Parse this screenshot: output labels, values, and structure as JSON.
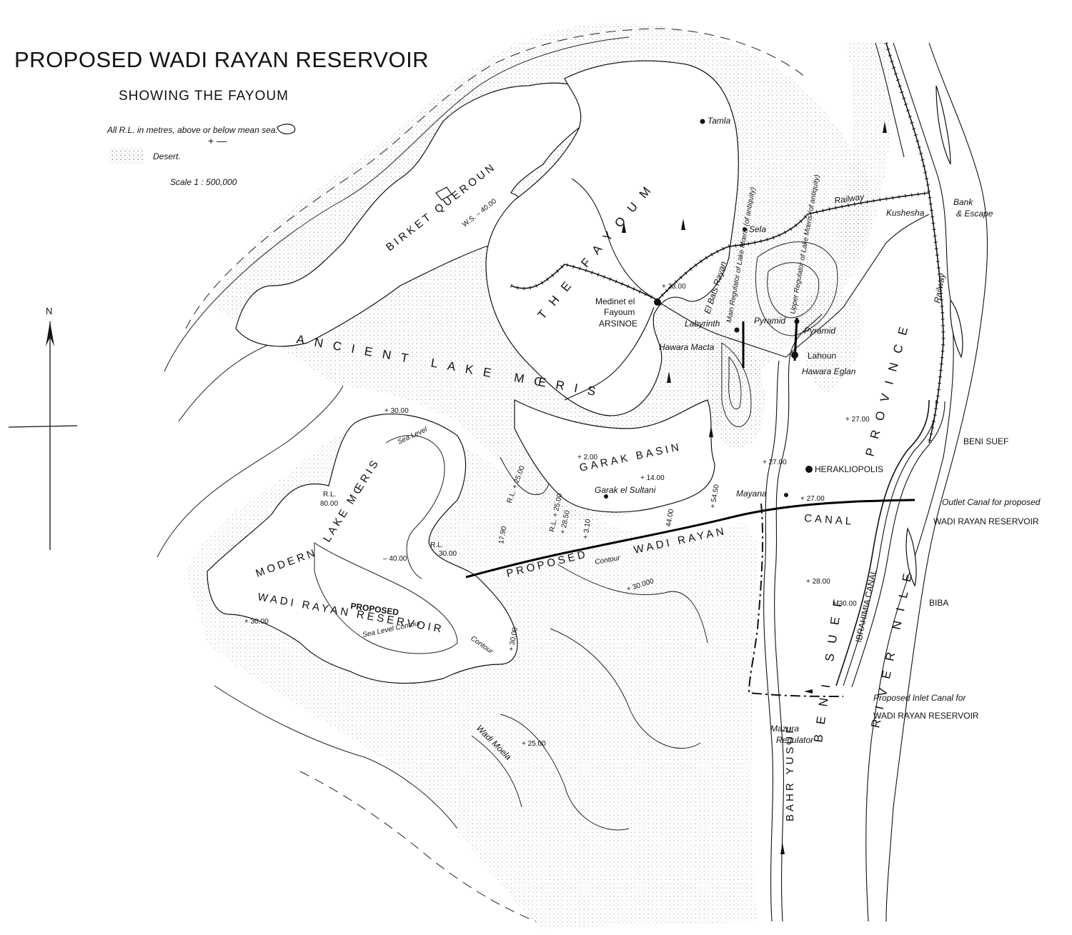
{
  "header": {
    "title": "PROPOSED WADI RAYAN RESERVOIR",
    "subtitle": "SHOWING THE FAYOUM",
    "note": "All R.L. in metres, above or below mean sea.",
    "note_signs": "+    —",
    "desert_label": "Desert.",
    "scale": "Scale  1 : 500,000"
  },
  "compass": {
    "north": "N"
  },
  "regions": {
    "birket_queroun": "BIRKET  QUEROUN",
    "birket_ws": "W.S. – 40.00",
    "the_fayoum": "THE  FAYOUM",
    "ancient_lake": "ANCIENT  LAKE  MŒRIS",
    "garak_basin": "GARAK BASIN",
    "modern": "MODERN",
    "lake_moeris": "LAKE MŒRIS",
    "wadi_rayan_reservoir": "WADI RAYAN RESERVOIR",
    "proposed_res": "PROPOSED",
    "proposed_canal_1": "PROPOSED",
    "proposed_canal_2": "WADI RAYAN",
    "proposed_canal_3": "CANAL",
    "province": "PROVINCE",
    "beni_suef_prov": "BENI  SUEF",
    "river_nile": "RIVER  NILE",
    "bahr_yusuf": "BAHR  YUSUF"
  },
  "places": {
    "tamla": "Tamla",
    "sela": "Sela",
    "medinet_1": "Medinet el",
    "medinet_2": "Fayoum",
    "arsinoe": "ARSINOE",
    "labyrinth": "Labyrinth",
    "pyramid_1": "Pyramid",
    "pyramid_2": "Pyramid",
    "lahoun": "Lahoun",
    "hawara_eglan": "Hawara Eglan",
    "hawara_macta": "Hawara Macta",
    "heraklioplis": "HERAKLIOPOLIS",
    "mayana": "Mayana",
    "garak_sultani": "Garak el Sultani",
    "kushesha": "Kushesha",
    "beni_suef": "BENI  SUEF",
    "biba": "BIBA",
    "mazura_1": "Mazura",
    "mazura_2": "Regulator",
    "el_bats": "El Bats Rayan",
    "wadi_moela": "Wadi Moela",
    "ibrahimia": "IBRAHIMIA  CANAL"
  },
  "features": {
    "railway_1": "Railway",
    "railway_2": "Railway",
    "bank_escape_1": "Bank",
    "bank_escape_2": "& Escape",
    "main_regulator": "Main Regulator of Lake Mœris (of antiquity)",
    "upper_regulator": "Upper Regulator of Lake Mœris (of antiquity)",
    "sea_level_1": "Sea Level",
    "sea_level_contour": "Sea Level Contour",
    "contour_1": "Contour",
    "contour_2": "Contour",
    "outlet_1": "Outlet Canal for proposed",
    "outlet_2": "WADI RAYAN RESERVOIR",
    "inlet_1": "Proposed Inlet Canal for",
    "inlet_2": "WADI RAYAN RESERVOIR"
  },
  "levels": {
    "l_23": "+ 23.00",
    "l_30a": "+ 30.00",
    "l_2": "+ 2.00",
    "l_14": "+ 14.00",
    "l_27a": "+ 27.00",
    "l_27b": "+ 27.00",
    "l_27c": "+ 27.00",
    "l_28": "+ 28.00",
    "l_30b": "+ 30.00",
    "l_30c": "+ 30.00",
    "l_30d": "+ 30.000",
    "l_25": "+ 25.00",
    "l_m40": "– 40.00",
    "l_rl80a": "R.L.",
    "l_rl80b": "80.00",
    "l_rl25": "R.L. + 25.00",
    "l_rl30a": "R.L.",
    "l_rl30b": "30.00",
    "l_rl2535": "R.L. + 25.00",
    "l_2850": "+ 28.50",
    "l_1790": "17.90",
    "l_3110": "+ 3.10",
    "l_4400": "44.00",
    "l_5450": "+ 54.50",
    "l_30e": "+ 30.00"
  }
}
